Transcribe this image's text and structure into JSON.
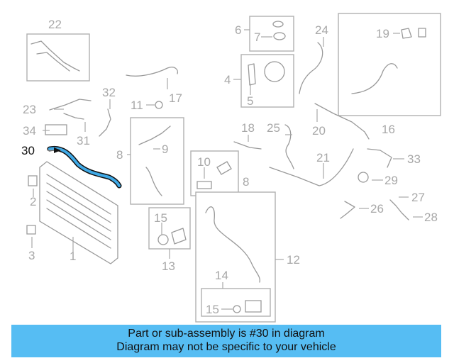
{
  "callouts": {
    "n1": "1",
    "n2": "2",
    "n3": "3",
    "n6": "6",
    "n7": "7",
    "n4": "4",
    "n5": "5",
    "n8a": "8",
    "n8b": "8",
    "n9": "9",
    "n10": "10",
    "n11": "11",
    "n12": "12",
    "n13": "13",
    "n14": "14",
    "n15a": "15",
    "n15b": "15",
    "n16": "16",
    "n17": "17",
    "n18": "18",
    "n19": "19",
    "n20": "20",
    "n21": "21",
    "n22": "22",
    "n23": "23",
    "n24": "24",
    "n25": "25",
    "n26": "26",
    "n27": "27",
    "n28": "28",
    "n29": "29",
    "n30": "30",
    "n31": "31",
    "n32": "32",
    "n33": "33",
    "n34": "34"
  },
  "highlight": {
    "part_number": "30",
    "color": "#3fa9e6"
  },
  "banner": {
    "line1": "Part or sub-assembly is #30 in diagram",
    "line2": "Diagram may not be specific to your vehicle",
    "background": "#56bdf3"
  }
}
